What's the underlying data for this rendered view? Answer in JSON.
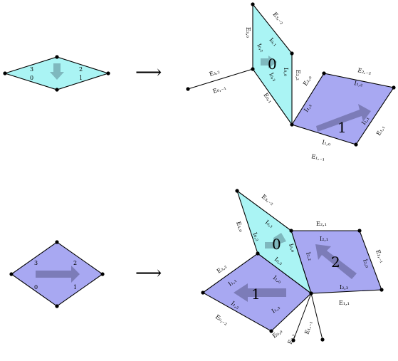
{
  "colors": {
    "cyan_tile": "#aaf4f4",
    "blue_tile": "#a8a8f2",
    "arrow_on_cyan": "#7fb8be",
    "arrow_on_blue": "#7c7cb8",
    "line": "#000000",
    "vertex": "#000000"
  },
  "transform_arrow": "⟶",
  "icons": {
    "arrow": "long-right-arrow-icon",
    "vertex": "vertex-dot-icon"
  },
  "row1": {
    "prototile": {
      "vertices": [
        "3",
        "2",
        "0",
        "1"
      ],
      "arrow_direction": "down"
    },
    "result": {
      "tile0": {
        "number": "0",
        "internal": [
          "I₀,₁",
          "I₀,₂",
          "I₀,₃",
          "I₀,₀"
        ],
        "edges": [
          "E₃,₋₂",
          "E₃,₀",
          "E₀,₁",
          "E₂,₂"
        ]
      },
      "tile1": {
        "number": "1",
        "internal": [
          "I₁,₃",
          "I₁,₂",
          "I₁,₁",
          "I₁,₀"
        ],
        "edges": [
          "E₂,₀",
          "E₂,₋₂",
          "E₁,₁",
          "E₁,₋₁"
        ]
      },
      "dangling": [
        "E₃,₂",
        "E₀,₋₁"
      ]
    }
  },
  "row2": {
    "prototile": {
      "vertices": [
        "3",
        "2",
        "0",
        "1"
      ],
      "arrow_direction": "right"
    },
    "result": {
      "tile0": {
        "number": "0",
        "internal": [
          "I₀,₁",
          "I₀,₂",
          "I₀,₀",
          "I₀,₃"
        ],
        "edges": [
          "E₃,₋₂",
          "E₃,₀"
        ]
      },
      "tile1": {
        "number": "1",
        "internal": [
          "I₁,₁",
          "I₁,₀",
          "I₁,₂",
          "I₁,₃"
        ],
        "edges": [
          "E₃,₂",
          "E₀,₋₂",
          "E₀,₀"
        ]
      },
      "tile2": {
        "number": "2",
        "internal": [
          "I₂,₁",
          "I₂,₂",
          "I₂,₀",
          "I₂,₃"
        ],
        "edges": [
          "E₂,₁",
          "E₂,₋₁",
          "E₁,₁"
        ]
      },
      "dangling": [
        "E₀,₂",
        "E₁,₋₁"
      ]
    }
  }
}
